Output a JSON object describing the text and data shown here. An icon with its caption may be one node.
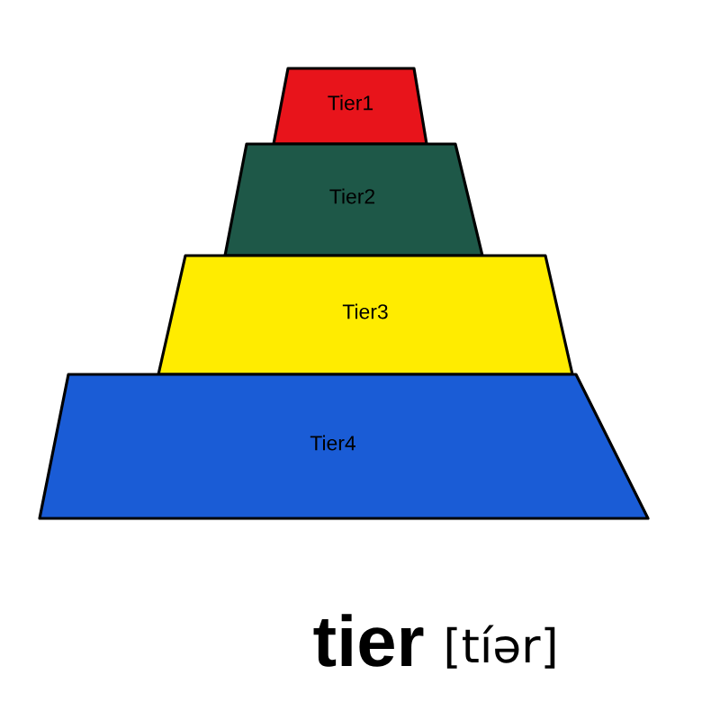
{
  "diagram": {
    "title": "tier",
    "nodes": [
      {
        "text": [
          "Tier1"
        ]
      },
      {
        "text": [
          "Tier2"
        ]
      },
      {
        "text": [
          "Tier3"
        ]
      },
      {
        "text": [
          "Tier4"
        ]
      }
    ],
    "labels": [
      "[tíər]"
    ]
  }
}
